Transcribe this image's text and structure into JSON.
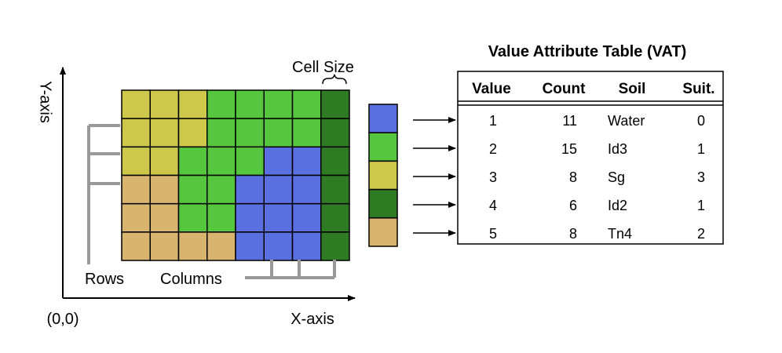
{
  "labels": {
    "y_axis": "Y-axis",
    "x_axis": "X-axis",
    "origin": "(0,0)",
    "rows": "Rows",
    "columns": "Columns",
    "cell_size": "Cell Size"
  },
  "colors": {
    "1": "#5A6FE0",
    "2": "#55C63E",
    "3": "#CDC84B",
    "4": "#2F7B24",
    "5": "#D8B46E",
    "grid_line": "#000000",
    "bracket": "#999999"
  },
  "raster": {
    "rows": 6,
    "cols": 8,
    "cells": [
      [
        3,
        3,
        3,
        2,
        2,
        2,
        2,
        4
      ],
      [
        3,
        3,
        3,
        2,
        2,
        2,
        2,
        4
      ],
      [
        3,
        3,
        2,
        2,
        2,
        1,
        1,
        4
      ],
      [
        5,
        5,
        2,
        2,
        1,
        1,
        1,
        4
      ],
      [
        5,
        5,
        2,
        2,
        1,
        1,
        1,
        4
      ],
      [
        5,
        5,
        5,
        5,
        1,
        1,
        1,
        4
      ]
    ]
  },
  "legend_swatches": [
    1,
    2,
    3,
    4,
    5
  ],
  "vat": {
    "title": "Value Attribute Table (VAT)",
    "headers": [
      "Value",
      "Count",
      "Soil",
      "Suit."
    ],
    "rows": [
      [
        "1",
        "11",
        "Water",
        "0"
      ],
      [
        "2",
        "15",
        "Id3",
        "1"
      ],
      [
        "3",
        "8",
        "Sg",
        "3"
      ],
      [
        "4",
        "6",
        "Id2",
        "1"
      ],
      [
        "5",
        "8",
        "Tn4",
        "2"
      ]
    ]
  }
}
